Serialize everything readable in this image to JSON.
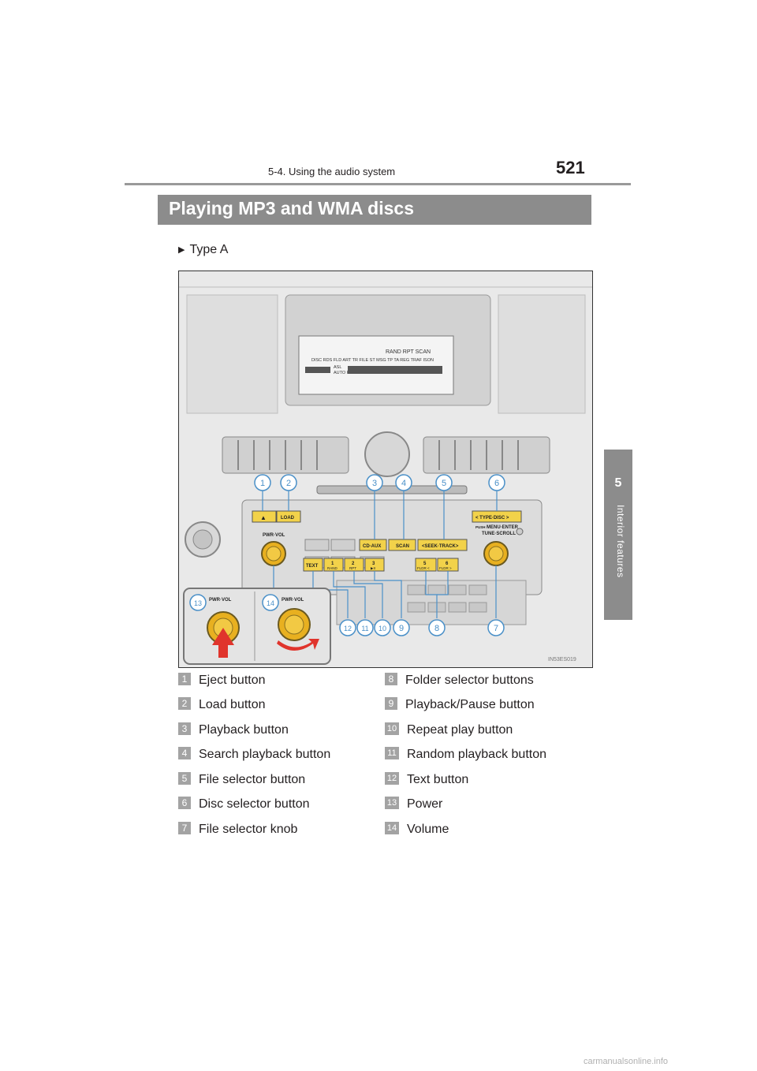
{
  "header": {
    "section": "5-4. Using the audio system",
    "page_number": "521"
  },
  "side_tab": {
    "number": "5",
    "label": "Interior features"
  },
  "section_title": "Playing MP3 and WMA discs",
  "type_label": "Type A",
  "figure": {
    "code": "IN53ES019",
    "display": {
      "row1": "RAND  RPT  SCAN",
      "row2": "DISC RDS FLD ART TR FILE  ST MSG TP  TA REG TRAF ISON",
      "asl": "ASL",
      "auto": "AUTO P"
    },
    "buttons": {
      "eject": "▲",
      "load": "LOAD",
      "type_disc": "<  TYPE·DISC  >",
      "pwr_vol": "PWR·VOL",
      "menu_enter": "MENU·ENTER",
      "push": "PUSH",
      "tune_scroll": "TUNE·SCROLL",
      "cd_aux": "CD·AUX",
      "scan": "SCAN",
      "seek_track": "<SEEK·TRACK>",
      "text": "TEXT",
      "preset1_num": "1",
      "preset1_sub": "RAND",
      "preset2_num": "2",
      "preset2_sub": "RPT",
      "preset3_num": "3",
      "preset3_sub": "▶II",
      "preset5_num": "5",
      "preset5_sub": "FLDR <",
      "preset6_num": "6",
      "preset6_sub": "FLDR >"
    },
    "inset_left_label": "PWR·VOL",
    "inset_right_label": "PWR·VOL",
    "callouts": [
      "1",
      "2",
      "3",
      "4",
      "5",
      "6",
      "7",
      "8",
      "9",
      "10",
      "11",
      "12",
      "13",
      "14"
    ]
  },
  "legend": [
    {
      "num": "1",
      "text": "Eject button"
    },
    {
      "num": "2",
      "text": "Load button"
    },
    {
      "num": "3",
      "text": "Playback button"
    },
    {
      "num": "4",
      "text": "Search playback button"
    },
    {
      "num": "5",
      "text": "File selector button"
    },
    {
      "num": "6",
      "text": "Disc selector button"
    },
    {
      "num": "7",
      "text": "File selector knob"
    },
    {
      "num": "8",
      "text": "Folder selector buttons"
    },
    {
      "num": "9",
      "text": "Playback/Pause button"
    },
    {
      "num": "10",
      "text": "Repeat play button"
    },
    {
      "num": "11",
      "text": "Random playback button"
    },
    {
      "num": "12",
      "text": "Text button"
    },
    {
      "num": "13",
      "text": "Power"
    },
    {
      "num": "14",
      "text": "Volume"
    }
  ],
  "watermark": "carmanualsonline.info",
  "colors": {
    "header_bar": "#8c8c8c",
    "accent_blue": "#4a90c8",
    "button_yellow": "#f2d24a",
    "knob_gold": "#e8b020"
  }
}
